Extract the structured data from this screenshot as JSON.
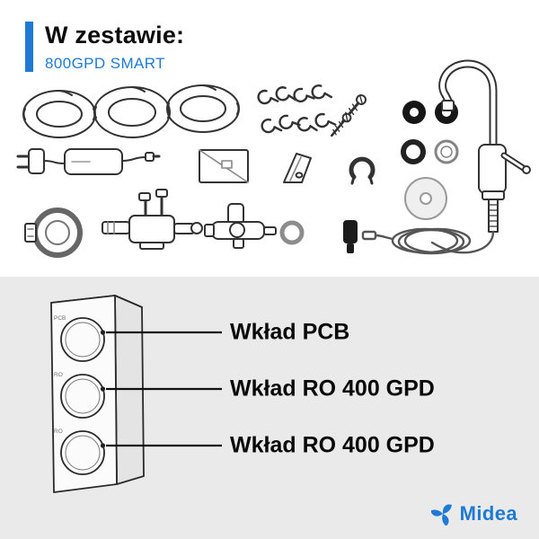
{
  "header": {
    "title": "W zestawie:",
    "subtitle": "800GPD SMART"
  },
  "diagram": {
    "cartridges": [
      "PCB",
      "RO",
      "RO"
    ],
    "labels": [
      "Wkład PCB",
      "Wkład RO 400 GPD",
      "Wkład RO 400 GPD"
    ]
  },
  "brand": {
    "name": "Midea"
  },
  "colors": {
    "accent": "#1F7AD4",
    "panel_bg": "#EAEAEA",
    "ink": "#111111"
  },
  "parts": [
    "tubing-coil",
    "tubing-coil",
    "tubing-coil",
    "tube-clips",
    "screws",
    "rubber-grommets",
    "washers",
    "power-adapter",
    "sticker-sheet",
    "mounting-bracket",
    "locking-clip",
    "faucet-base-plate",
    "faucet",
    "clamp-collar",
    "filter-head",
    "feed-valve",
    "o-ring",
    "plug",
    "faucet-hose"
  ]
}
